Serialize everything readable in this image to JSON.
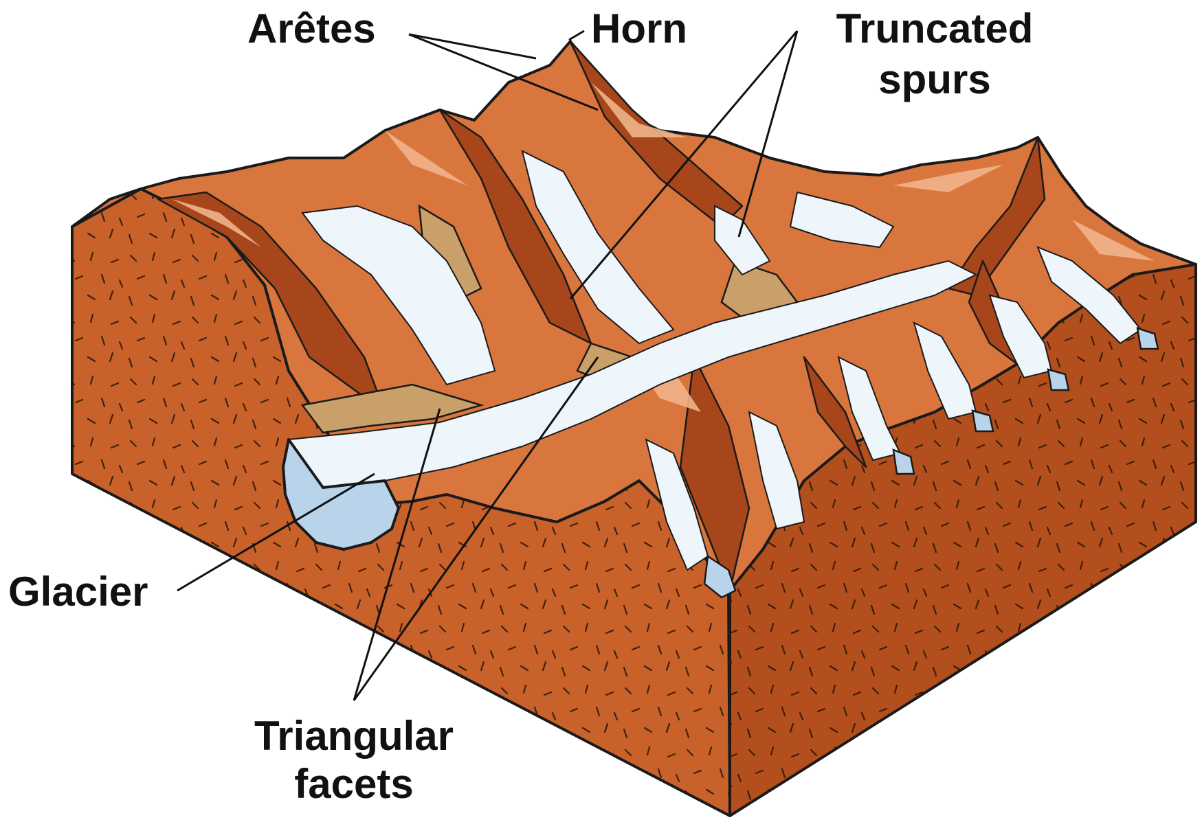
{
  "labels": {
    "aretes": "Arêtes",
    "horn": "Horn",
    "truncated_spurs_line1": "Truncated",
    "truncated_spurs_line2": "spurs",
    "glacier": "Glacier",
    "triangular_facets_line1": "Triangular",
    "triangular_facets_line2": "facets"
  },
  "colors": {
    "rock_front": "#c8612a",
    "rock_right": "#b24f1c",
    "rock_top": "#d9763d",
    "rock_highlight": "#f0b48a",
    "rock_shadow": "#a6461a",
    "snow": "#eef6fb",
    "ice_blue": "#b9d4ea",
    "valley_floor": "#c9a06a",
    "outline": "#1a1a1a"
  }
}
